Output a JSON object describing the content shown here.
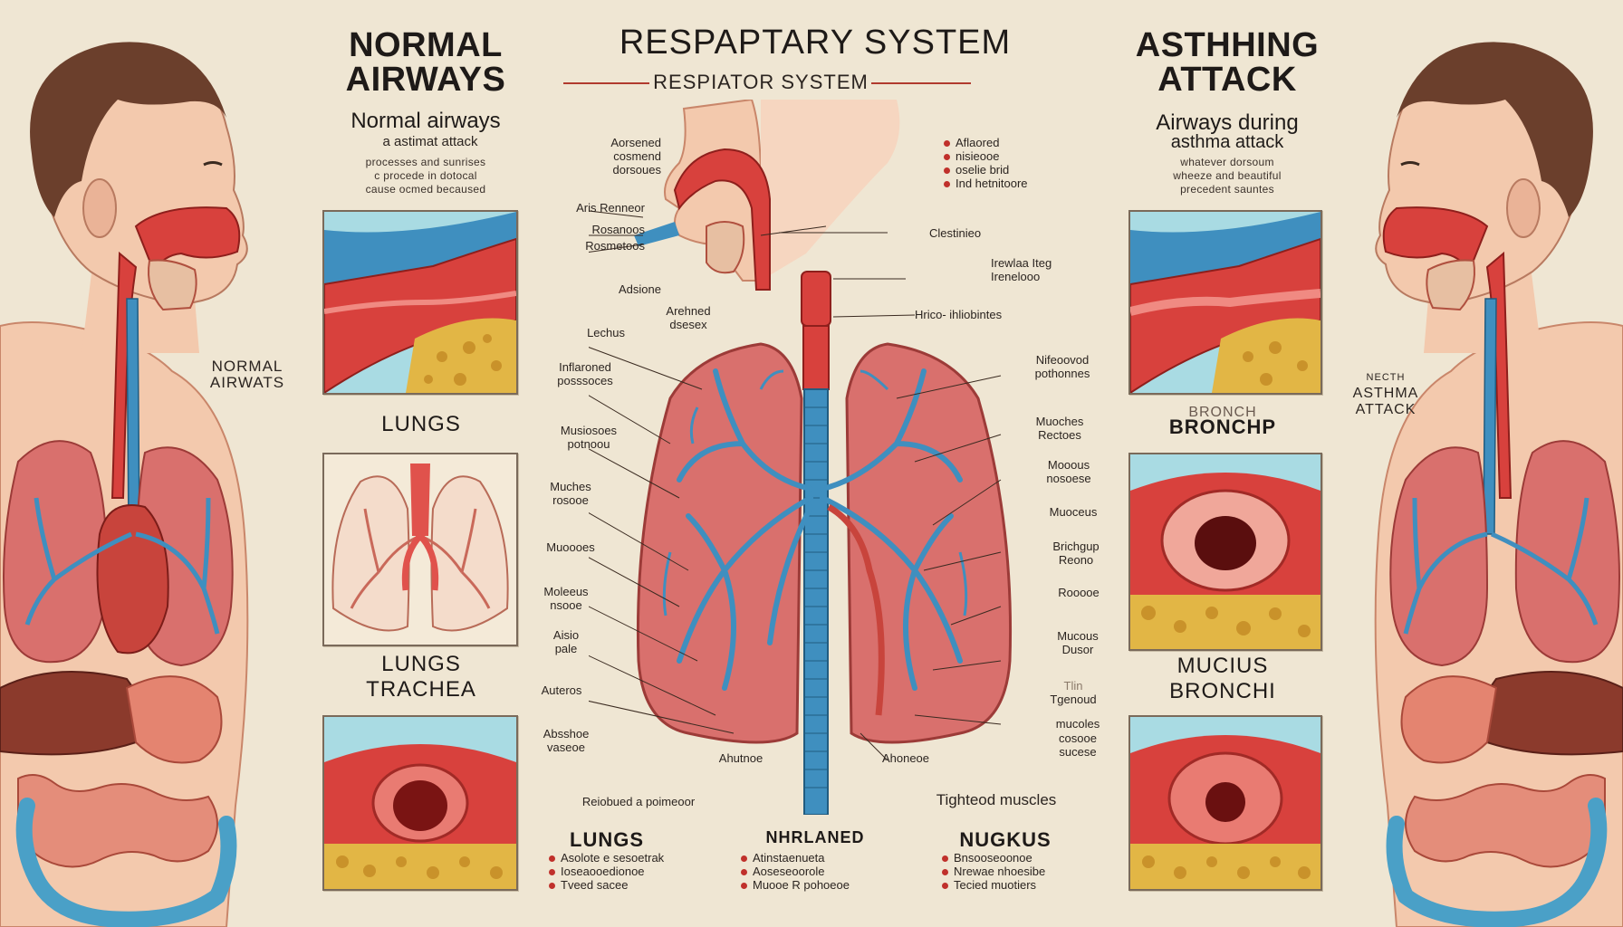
{
  "header": {
    "title": "RESPAPTARY SYSTEM",
    "subtitle": "RESPIATOR SYSTEM"
  },
  "left": {
    "title_line1": "NORMAL",
    "title_line2": "AIRWAYS",
    "sub1": "Normal airways",
    "sub2": "a astimat attack",
    "tiny_lines": [
      "processes and sunrises",
      "c procede in dotocal",
      "cause ocmed becaused"
    ],
    "side_label_line1": "NORMAL",
    "side_label_line2": "AIRWATS",
    "label_lungs": "LUNGS",
    "label_lungs_trachea_1": "LUNGS",
    "label_lungs_trachea_2": "TRACHEA"
  },
  "right": {
    "title_line1": "ASTHHING",
    "title_line2": "ATTACK",
    "sub1": "Airways during",
    "sub2": "asthma attack",
    "tiny_lines": [
      "whatever dorsoum",
      "wheeze and beautiful",
      "precedent sauntes"
    ],
    "side_label_line1": "NECTH",
    "side_label_line2": "ASTHMA",
    "side_label_line3": "ATTACK",
    "label_bronch_1": "BRONCH",
    "label_bronch_2": "BRONCHP",
    "label_mucus_1": "MUCIUS",
    "label_mucus_2": "BRONCHI"
  },
  "center_left_labels": [
    "Aorsened",
    "cosmend",
    "dorsoues",
    "Aris Renneor",
    "Rosanoos",
    "Rosmetoos",
    "Adsione",
    "Arehned",
    "dsesex",
    "Lechus",
    "Inflaroned",
    "posssoces",
    "Musiosoes",
    "potnoou",
    "Muches",
    "rosooe",
    "Muoooes",
    "Moleeus",
    "nsooe",
    "Aisio",
    "pale",
    "Auteros",
    "Absshoe",
    "vaseoe",
    "Ahutnoe",
    "Reiobued a poimeoor"
  ],
  "center_right_labels": [
    "Aflaored",
    "nisieooe",
    "oselie brid",
    "Ind hetnitoore",
    "Clestinieo",
    "Irewlaa Iteg",
    "Irenelooo",
    "Hrico- ihliobintes",
    "Nifeoovod",
    "pothonnes",
    "Muoches",
    "Rectoes",
    "Mooous",
    "nosoese",
    "Muoceus",
    "Brichgup",
    "Reono",
    "Rooooe",
    "Mucous",
    "Dusor",
    "Tlin",
    "Tgenoud",
    "mucoles",
    "cosooe",
    "sucese",
    "Tighteod muscles",
    "Ahoneoe"
  ],
  "bottom": {
    "col1_title": "LUNGS",
    "col1_items": [
      "Asolote e sesoetrak",
      "Ioseaooedionoe",
      "Tveed sacee"
    ],
    "col2_title": "NHRLANED",
    "col2_items": [
      "Atinstaenueta",
      "Aoseseoorole",
      "Muooe R pohoeoe"
    ],
    "col3_title": "NUGKUS",
    "col3_items": [
      "Bnsooseoonoe",
      "Nrewae nhoesibe",
      "Tecied muotiers"
    ]
  },
  "colors": {
    "background": "#efe6d3",
    "lung": "#d9706d",
    "airway_red": "#d8413d",
    "airway_blue": "#3f8fbf",
    "fat": "#e2b645",
    "skin": "#f3c9ad",
    "hair": "#6b3f2c",
    "accent": "#b13a2e"
  }
}
